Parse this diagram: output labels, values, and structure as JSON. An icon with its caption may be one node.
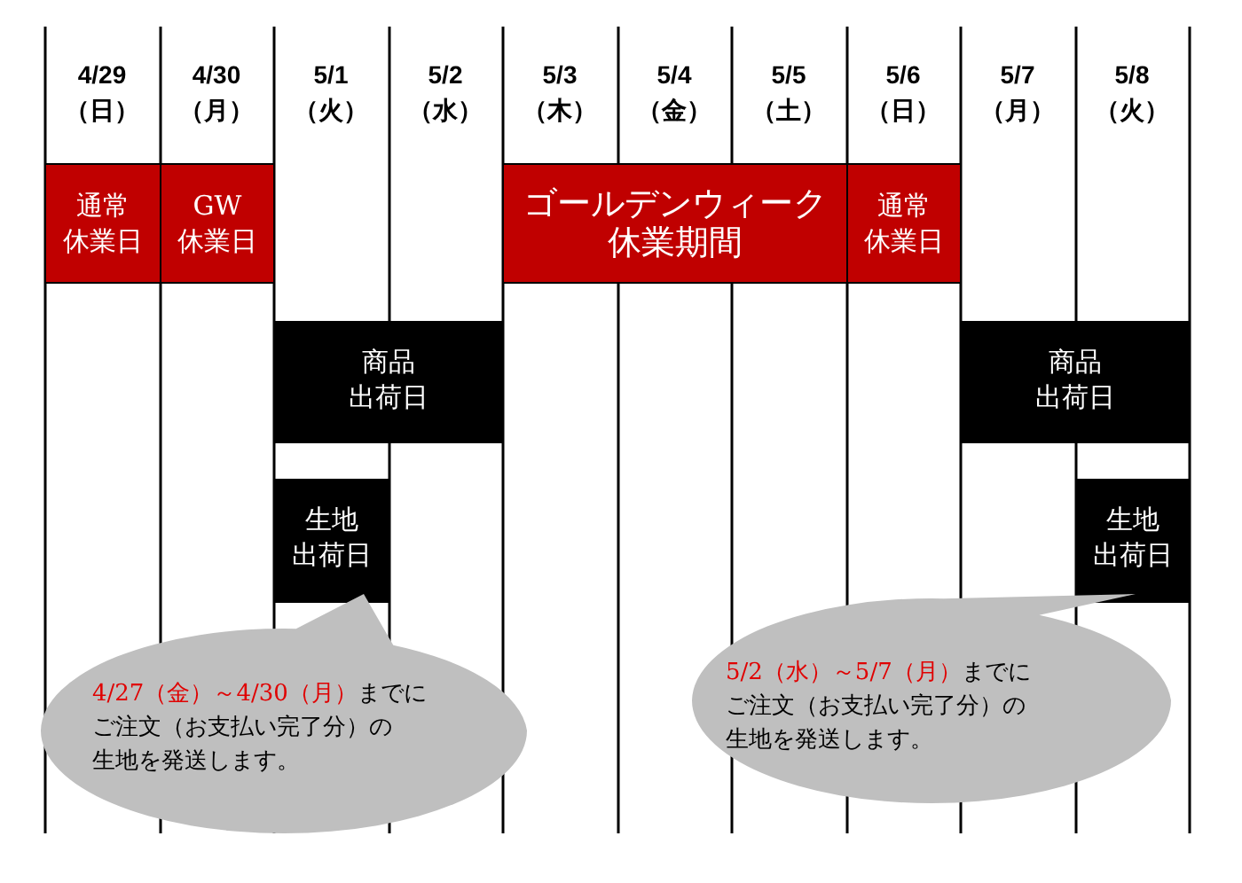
{
  "diagram": {
    "nodes": [
      {
        "text": [
          "通常休業日"
        ]
      },
      {
        "text": [
          "GW 休業日"
        ]
      },
      {
        "text": [
          "ゴールデンウィーク休業期間"
        ]
      },
      {
        "text": [
          "通常休業日"
        ]
      },
      {
        "text": [
          "商品出荷日"
        ]
      },
      {
        "text": [
          "商品出荷日"
        ]
      },
      {
        "text": [
          "生地出荷日"
        ]
      },
      {
        "text": [
          "生地出荷日"
        ]
      },
      {
        "text": [
          "4/27（金）～4/30（月）",
          "までにご注文（お支払い完了分）の生地を発送します。"
        ]
      },
      {
        "text": [
          "5/2（水）～5/7（月）",
          "までにご注文（お支払い完了分）の生地を発送します。"
        ]
      }
    ],
    "edges": [],
    "labels": [
      "4/29 （日）",
      "4/30 （月）",
      "5/1 （火）",
      "5/2 （水）",
      "5/3 （木）",
      "5/4 （金）",
      "5/5 （土）",
      "5/6 （日）",
      "5/7 （月）",
      "5/8 （火）"
    ]
  }
}
